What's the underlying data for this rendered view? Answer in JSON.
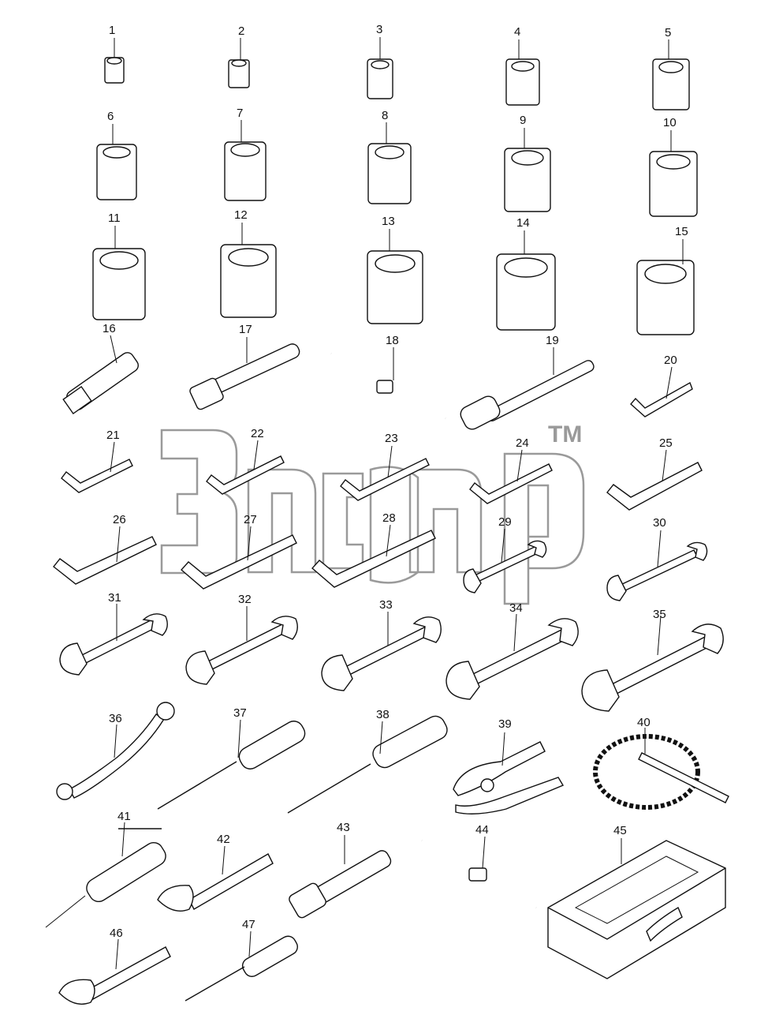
{
  "watermark": {
    "tm_symbol": "TM"
  },
  "parts": [
    {
      "id": "1",
      "kind": "socket"
    },
    {
      "id": "2",
      "kind": "socket"
    },
    {
      "id": "3",
      "kind": "socket"
    },
    {
      "id": "4",
      "kind": "socket"
    },
    {
      "id": "5",
      "kind": "socket"
    },
    {
      "id": "6",
      "kind": "socket"
    },
    {
      "id": "7",
      "kind": "socket"
    },
    {
      "id": "8",
      "kind": "socket"
    },
    {
      "id": "9",
      "kind": "socket"
    },
    {
      "id": "10",
      "kind": "socket"
    },
    {
      "id": "11",
      "kind": "socket"
    },
    {
      "id": "12",
      "kind": "socket"
    },
    {
      "id": "13",
      "kind": "socket"
    },
    {
      "id": "14",
      "kind": "socket"
    },
    {
      "id": "15",
      "kind": "socket"
    },
    {
      "id": "16",
      "kind": "universal-joint"
    },
    {
      "id": "17",
      "kind": "extension-bar"
    },
    {
      "id": "18",
      "kind": "t-handle"
    },
    {
      "id": "19",
      "kind": "ratchet-handle"
    },
    {
      "id": "20",
      "kind": "hex-key"
    },
    {
      "id": "21",
      "kind": "hex-key"
    },
    {
      "id": "22",
      "kind": "hex-key"
    },
    {
      "id": "23",
      "kind": "hex-key"
    },
    {
      "id": "24",
      "kind": "hex-key"
    },
    {
      "id": "25",
      "kind": "hex-key"
    },
    {
      "id": "26",
      "kind": "hex-key"
    },
    {
      "id": "27",
      "kind": "hex-key"
    },
    {
      "id": "28",
      "kind": "hex-key"
    },
    {
      "id": "29",
      "kind": "open-end-wrench"
    },
    {
      "id": "30",
      "kind": "open-end-wrench"
    },
    {
      "id": "31",
      "kind": "open-end-wrench"
    },
    {
      "id": "32",
      "kind": "open-end-wrench"
    },
    {
      "id": "33",
      "kind": "open-end-wrench"
    },
    {
      "id": "34",
      "kind": "open-end-wrench"
    },
    {
      "id": "35",
      "kind": "open-end-wrench"
    },
    {
      "id": "36",
      "kind": "box-wrench"
    },
    {
      "id": "37",
      "kind": "screwdriver"
    },
    {
      "id": "38",
      "kind": "screwdriver"
    },
    {
      "id": "39",
      "kind": "pliers"
    },
    {
      "id": "40",
      "kind": "chain-wrench"
    },
    {
      "id": "41",
      "kind": "grease-gun"
    },
    {
      "id": "42",
      "kind": "adjustable-wrench"
    },
    {
      "id": "43",
      "kind": "extension-bar"
    },
    {
      "id": "44",
      "kind": "t-handle"
    },
    {
      "id": "45",
      "kind": "tool-case"
    },
    {
      "id": "46",
      "kind": "adjustable-wrench"
    },
    {
      "id": "47",
      "kind": "screwdriver"
    }
  ]
}
